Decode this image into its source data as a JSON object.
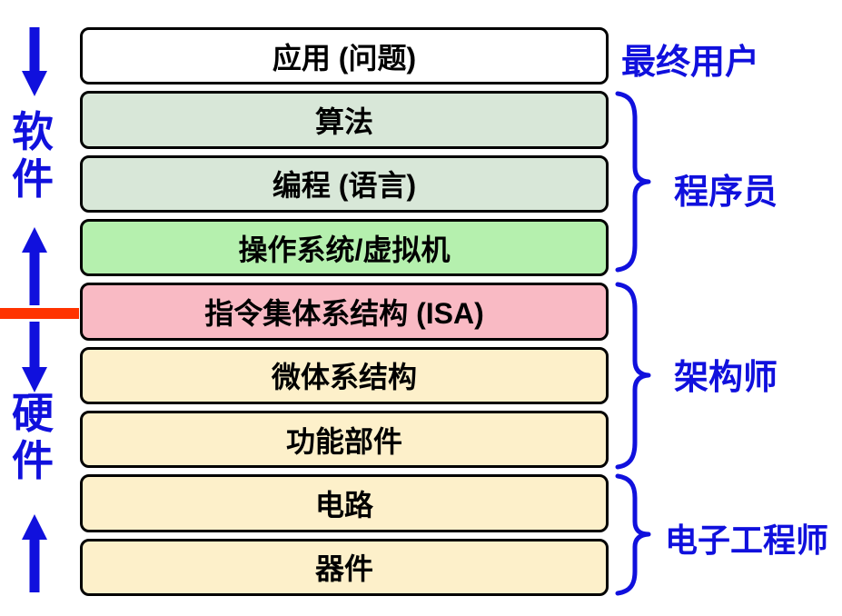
{
  "layers": [
    {
      "label": "应用 (问题)",
      "bg": "#ffffff"
    },
    {
      "label": "算法",
      "bg": "#d8e7d8"
    },
    {
      "label": "编程 (语言)",
      "bg": "#d8e7d8"
    },
    {
      "label": "操作系统/虚拟机",
      "bg": "#b5f0ae"
    },
    {
      "label": "指令集体系结构 (ISA)",
      "bg": "#f9bac4"
    },
    {
      "label": "微体系结构",
      "bg": "#fdf0ca"
    },
    {
      "label": "功能部件",
      "bg": "#fdf0ca"
    },
    {
      "label": "电路",
      "bg": "#fdf0ca"
    },
    {
      "label": "器件",
      "bg": "#fdf0ca"
    }
  ],
  "side": {
    "software": "软件",
    "hardware": "硬件"
  },
  "roles": {
    "end_user": "最终用户",
    "programmer": "程序员",
    "architect": "架构师",
    "engineer": "电子工程师"
  },
  "colors": {
    "accent_blue": "#1010dd",
    "divider_red": "#ff3300",
    "border_black": "#000000"
  }
}
